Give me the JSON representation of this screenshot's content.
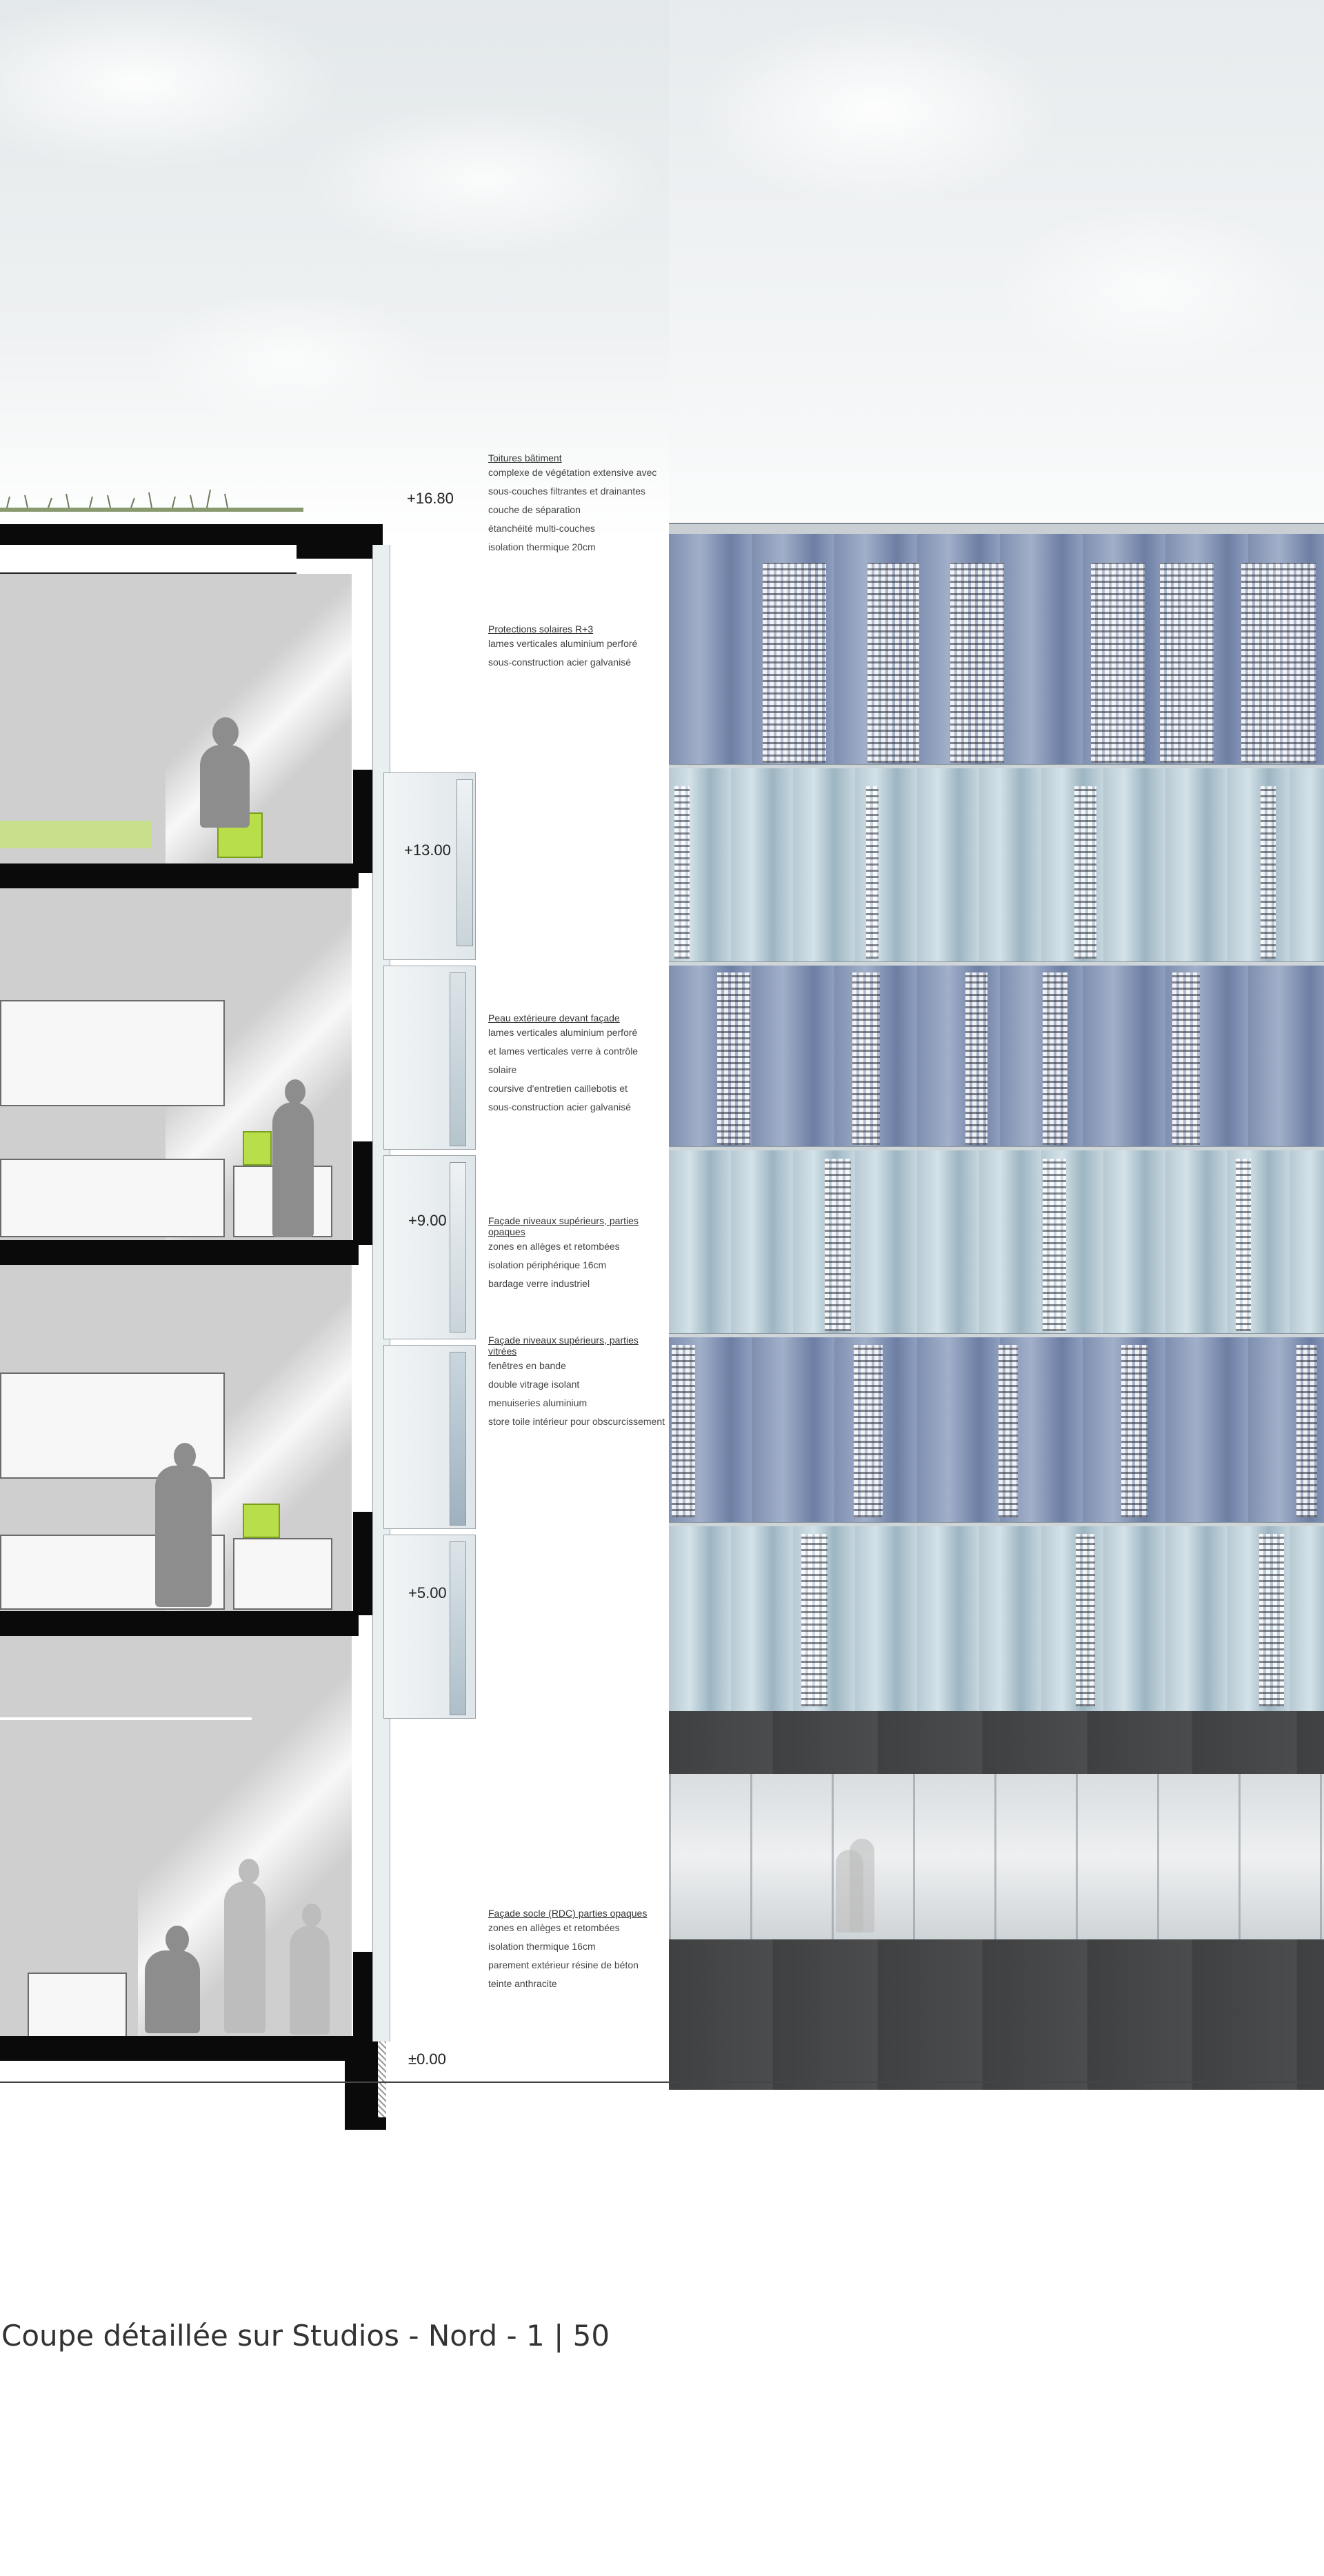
{
  "caption": "Coupe détaillée sur Studios - Nord - 1 | 50",
  "levels": {
    "l1680": "+16.80",
    "l1300": "+13.00",
    "l900": "+9.00",
    "l500": "+5.00",
    "l000": "±0.00"
  },
  "notes": {
    "toiture": {
      "title": "Toitures bâtiment",
      "lines": [
        "complexe de végétation extensive avec",
        "sous-couches filtrantes et drainantes",
        "couche de séparation",
        "étanchéité multi-couches",
        "isolation thermique 20cm"
      ]
    },
    "protections": {
      "title": "Protections solaires R+3",
      "lines": [
        "lames verticales aluminium perforé",
        "sous-construction acier galvanisé"
      ]
    },
    "peau": {
      "title": "Peau extérieure devant façade",
      "lines": [
        "lames verticales aluminium perforé",
        "et lames verticales verre à contrôle solaire",
        "coursive d'entretien caillebotis et",
        "sous-construction acier galvanisé"
      ]
    },
    "opaques": {
      "title": "Façade niveaux supérieurs, parties opaques",
      "lines": [
        "zones en allèges et retombées",
        "isolation périphérique 16cm",
        "bardage verre industriel"
      ]
    },
    "vitrees": {
      "title": "Façade niveaux supérieurs, parties vitrées",
      "lines": [
        "fenêtres en bande",
        "double vitrage isolant",
        "menuiseries aluminium",
        "store toile intérieur pour obscurcissement"
      ]
    },
    "socle": {
      "title": "Façade socle (RDC) parties opaques",
      "lines": [
        "zones en allèges et retombées",
        "isolation thermique 16cm",
        "parement extérieur résine de béton",
        "teinte anthracite"
      ]
    }
  },
  "colors": {
    "slab": "#0a0a0a",
    "room": "#cfcfcf",
    "accent_green": "#b8de4a",
    "stone": "#404244"
  }
}
